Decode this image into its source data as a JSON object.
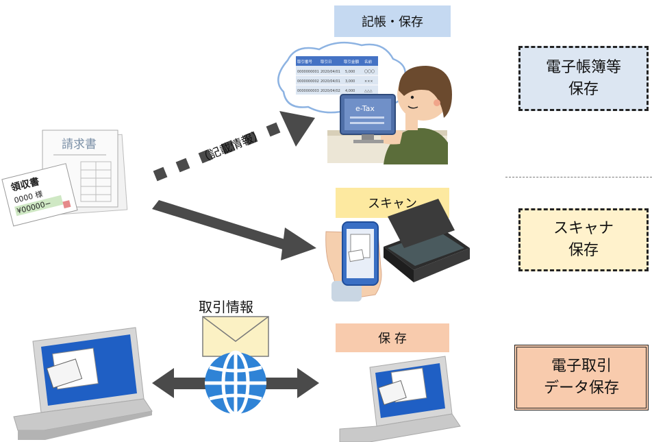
{
  "labels": {
    "record_save": "記帳・保存",
    "scan": "スキャン",
    "save": "保 存",
    "transaction_info": "取引情報",
    "recorded_info": "（記載情報）"
  },
  "boxes": {
    "ledger": {
      "line1": "電子帳簿等",
      "line2": "保存"
    },
    "scanner": {
      "line1": "スキャナ",
      "line2": "保存"
    },
    "etrans": {
      "line1": "電子取引",
      "line2": "データ保存"
    }
  },
  "documents": {
    "invoice_title": "請求書",
    "receipt_title": "領収書",
    "receipt_amount1": "0000 様",
    "receipt_amount2": "¥00000−"
  },
  "monitor": {
    "brand": "e-Tax"
  },
  "thought_table": {
    "headers": [
      "取引番号",
      "取引日",
      "取引金額",
      "名前"
    ],
    "rows": [
      [
        "0000000001",
        "2020/04/01",
        "5,000",
        "〇〇〇"
      ],
      [
        "0000000002",
        "2020/04/01",
        "3,000",
        "×××"
      ],
      [
        "0000000003",
        "2020/04/02",
        "4,000",
        "△△△"
      ]
    ]
  },
  "colors": {
    "label_blue": "#c5d9f1",
    "label_yellow": "#fde9a0",
    "label_orange": "#f8cbad",
    "box_blue": "#dce6f2",
    "box_yellow": "#fff2cc",
    "box_orange": "#f8cbad",
    "arrow": "#4a4a4a"
  }
}
